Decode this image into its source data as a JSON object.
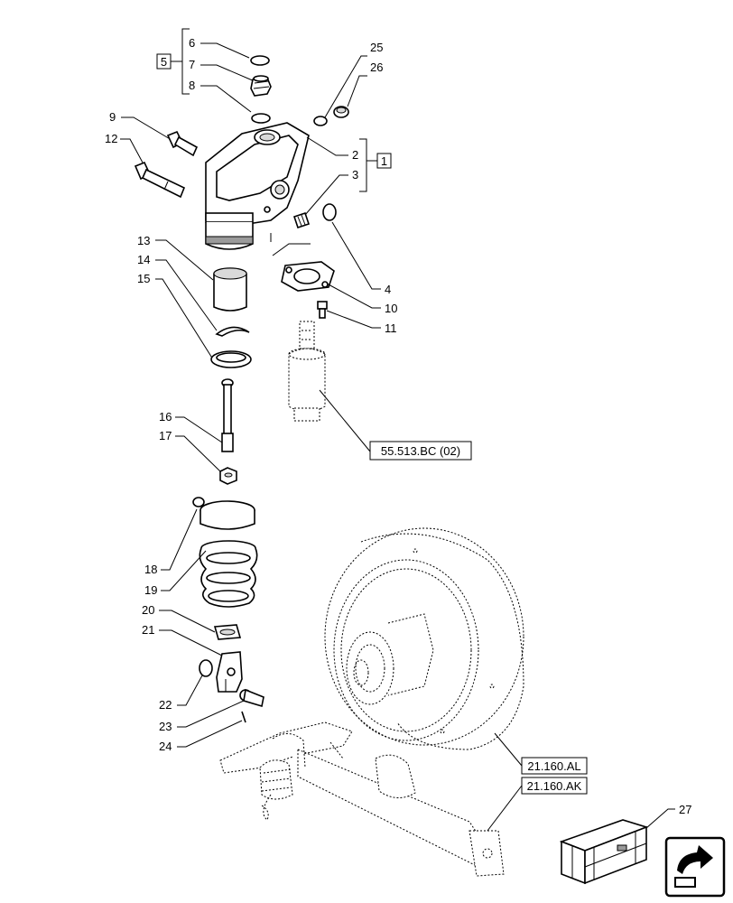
{
  "callouts": {
    "n1": "1",
    "n2": "2",
    "n3": "3",
    "n4": "4",
    "n5": "5",
    "n6": "6",
    "n7": "7",
    "n8": "8",
    "n9": "9",
    "n10": "10",
    "n11": "11",
    "n12": "12",
    "n13": "13",
    "n14": "14",
    "n15": "15",
    "n16": "16",
    "n17": "17",
    "n18": "18",
    "n19": "19",
    "n20": "20",
    "n21": "21",
    "n22": "22",
    "n23": "23",
    "n24": "24",
    "n25": "25",
    "n26": "26",
    "n27": "27"
  },
  "references": {
    "lift_valve": "55.513.BC (02)",
    "flywheel": "21.160.AL",
    "shaft": "21.160.AK"
  },
  "icons": {
    "kit": "kit-crate-icon",
    "nav": "next-page-arrow-icon"
  }
}
